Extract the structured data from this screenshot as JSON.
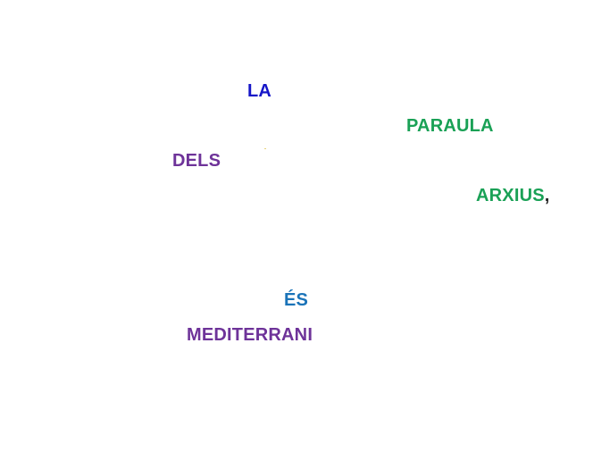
{
  "colors": {
    "background": "#ffffff",
    "blue": "#1616c8",
    "green": "#1aa156",
    "purple": "#6e3399",
    "teal_blue": "#1a73b8",
    "black": "#222222"
  },
  "words": {
    "la": "LA",
    "paraula": "PARAULA",
    "dels": "DELS",
    "arxius": "ARXIUS",
    "arxius_punct": ",",
    "es": "ÉS",
    "mediterrani": "MEDITERRANI"
  }
}
